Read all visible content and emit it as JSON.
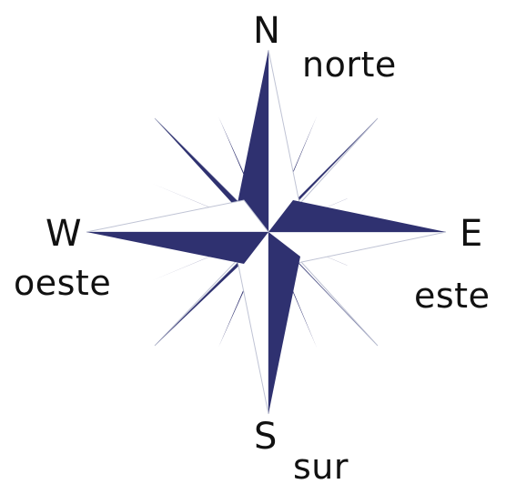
{
  "compass": {
    "north": {
      "letter": "N",
      "word": "norte"
    },
    "east": {
      "letter": "E",
      "word": "este"
    },
    "south": {
      "letter": "S",
      "word": "sur"
    },
    "west": {
      "letter": "W",
      "word": "oeste"
    }
  },
  "colors": {
    "point_fill": "#2f3170",
    "point_light": "#ffffff",
    "outline": "#bfc3d4",
    "text": "#111111"
  }
}
